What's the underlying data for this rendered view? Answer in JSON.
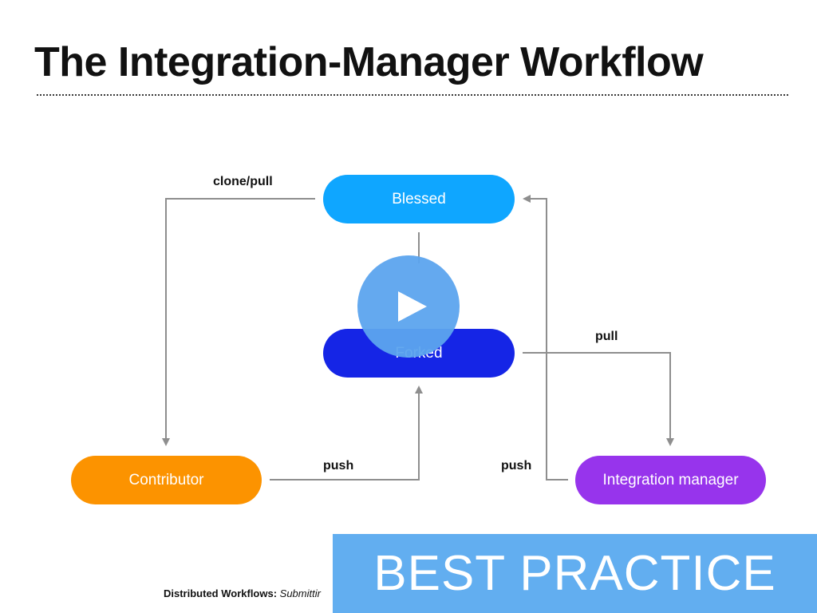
{
  "slide": {
    "title": "The Integration-Manager Workflow"
  },
  "nodes": {
    "blessed": "Blessed",
    "forked": "Forked",
    "contributor": "Contributor",
    "integration_manager": "Integration manager"
  },
  "edges": {
    "clone_pull": "clone/pull",
    "push_contributor": "push",
    "pull_manager": "pull",
    "push_manager": "push"
  },
  "footer": {
    "caption_bold": "Distributed Workflows:",
    "caption_italic": " Submittir"
  },
  "overlay": {
    "banner_text": "BEST PRACTICE",
    "play_icon": "play-icon"
  },
  "colors": {
    "blessed": "#0fa6ff",
    "forked": "#1525e6",
    "contributor": "#fc9300",
    "integration_manager": "#9734ec",
    "arrow": "#8e8e8e",
    "banner": "#62aef0",
    "play_button": "#5ca4ee"
  }
}
